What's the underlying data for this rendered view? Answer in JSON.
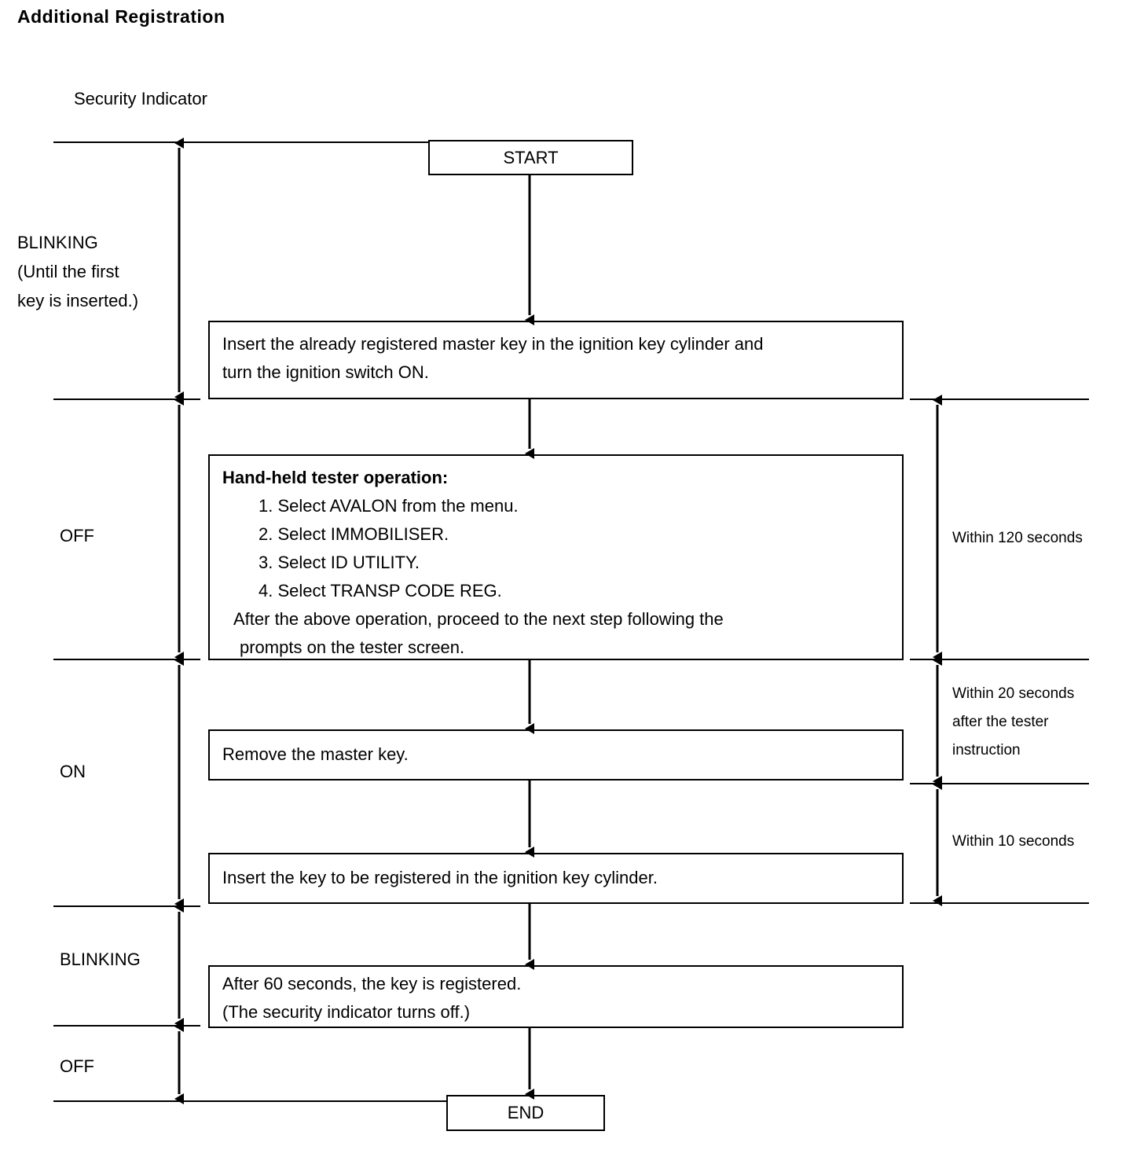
{
  "title": "Additional Registration",
  "security_indicator_label": "Security Indicator",
  "indicator_states": [
    {
      "name": "blinking-initial",
      "text": "BLINKING\n(Until  the  first\nkey is inserted.)"
    },
    {
      "name": "off-first",
      "text": "OFF"
    },
    {
      "name": "on",
      "text": "ON"
    },
    {
      "name": "blinking-final",
      "text": "BLINKING"
    },
    {
      "name": "off-final",
      "text": "OFF"
    }
  ],
  "flow": {
    "start_label": "START",
    "end_label": "END",
    "steps": [
      {
        "id": "insert-master-key",
        "lines": [
          "Insert the already registered master key in the ignition key cylinder and",
          "turn the ignition switch ON."
        ]
      },
      {
        "id": "hand-held-tester",
        "heading": "Hand-held  tester operation:",
        "items": [
          "1. Select AVALON from the menu.",
          "2. Select IMMOBILISER.",
          "3. Select ID UTILITY.",
          "4. Select TRANSP CODE REG."
        ],
        "lines": [
          "After  the  above  operation,  proceed  to  the  next  step  following  the",
          "prompts on the tester screen."
        ]
      },
      {
        "id": "remove-master-key",
        "lines": [
          "Remove the master key."
        ]
      },
      {
        "id": "insert-new-key",
        "lines": [
          "Insert the key to be registered in the ignition key cylinder."
        ]
      },
      {
        "id": "key-registered",
        "lines": [
          "After 60 seconds, the key is registered.",
          "(The security indicator turns off.)"
        ]
      }
    ]
  },
  "timings": [
    {
      "id": "within-120",
      "text": "Within 120 seconds"
    },
    {
      "id": "within-20",
      "text": "Within 20 seconds\nafter the tester\ninstruction"
    },
    {
      "id": "within-10",
      "text": "Within 10 seconds"
    }
  ],
  "colors": {
    "ink": "#000000",
    "paper": "#ffffff"
  }
}
